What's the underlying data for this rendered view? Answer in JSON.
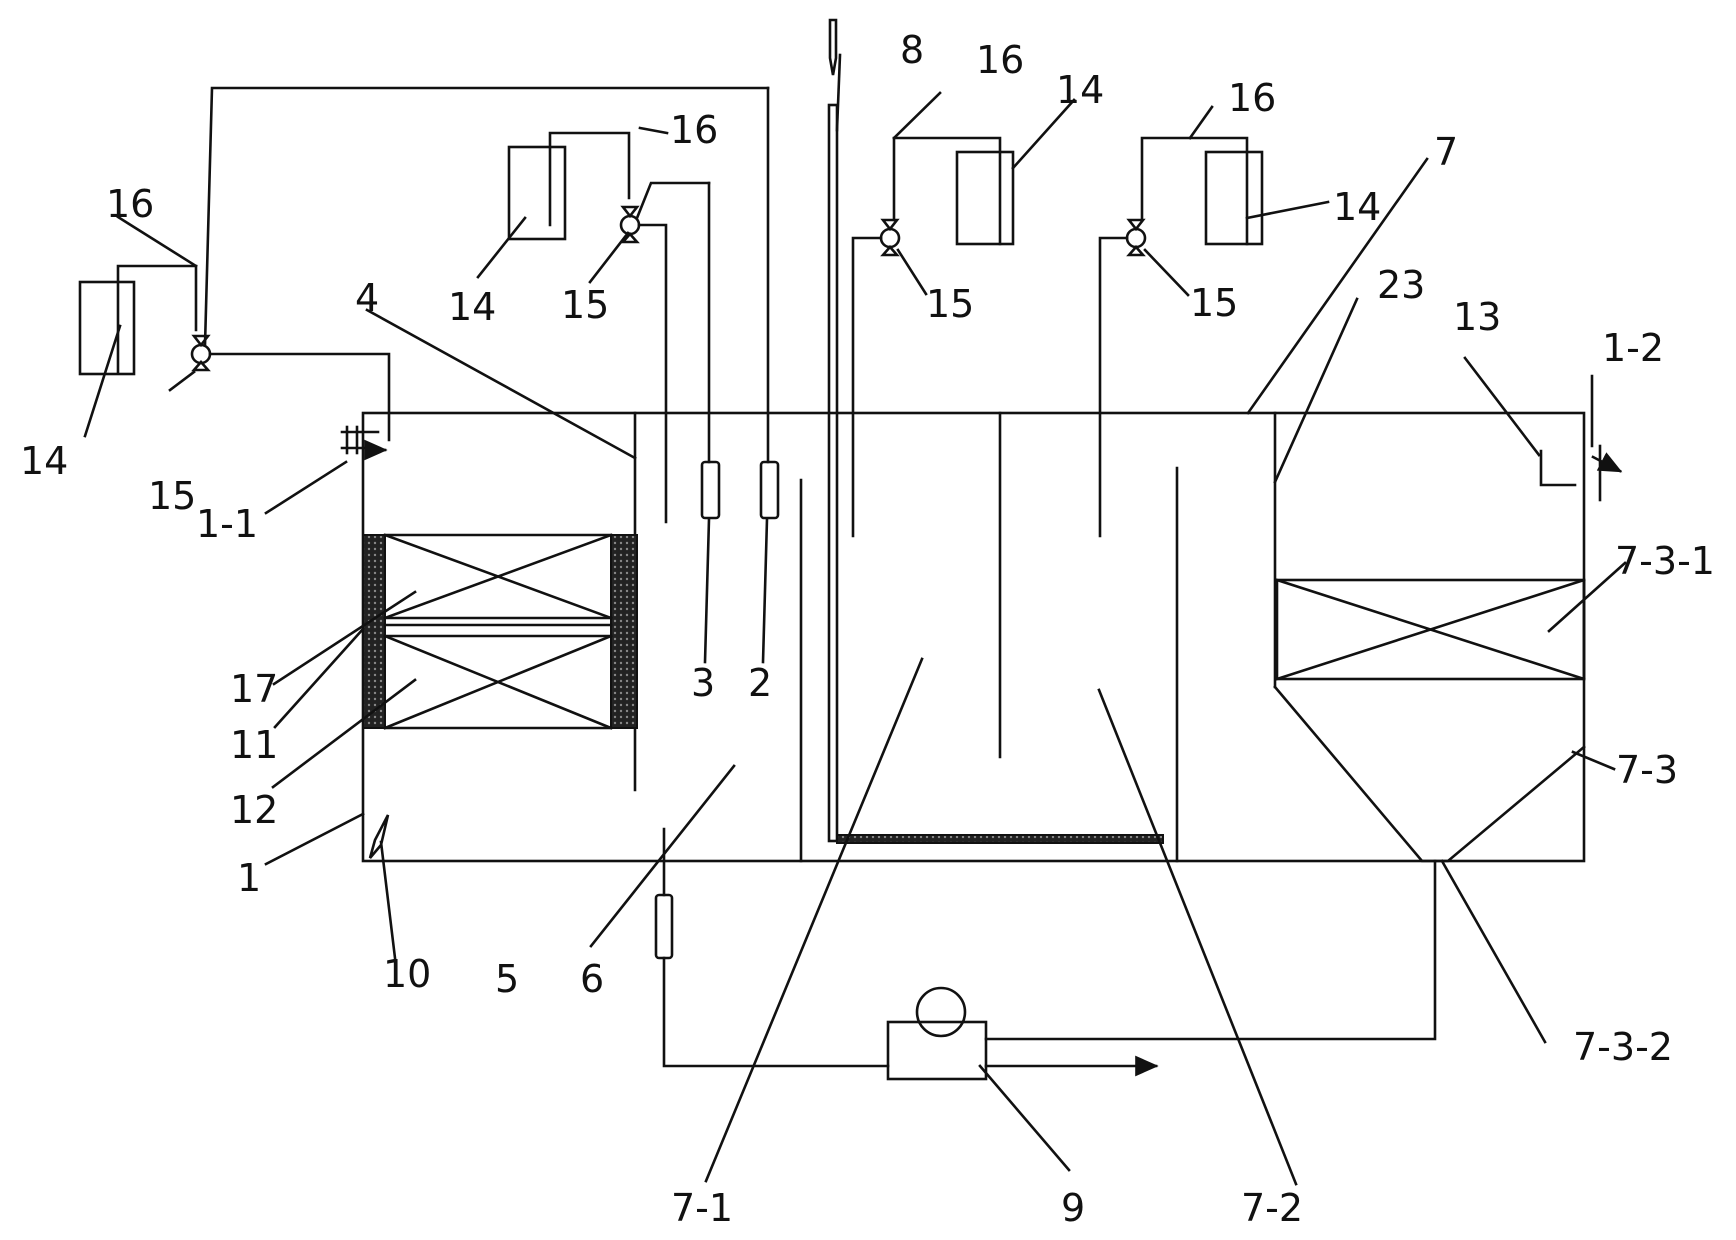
{
  "labels": {
    "l_1": "1",
    "l_1_1": "1-1",
    "l_1_2": "1-2",
    "l_2": "2",
    "l_3": "3",
    "l_4": "4",
    "l_5": "5",
    "l_6": "6",
    "l_7": "7",
    "l_7_1": "7-1",
    "l_7_2": "7-2",
    "l_7_3": "7-3",
    "l_7_3_1": "7-3-1",
    "l_7_3_2": "7-3-2",
    "l_8": "8",
    "l_9": "9",
    "l_10": "10",
    "l_11": "11",
    "l_12": "12",
    "l_13": "13",
    "l_14": "14",
    "l_15": "15",
    "l_16": "16",
    "l_17": "17",
    "l_23": "23"
  }
}
